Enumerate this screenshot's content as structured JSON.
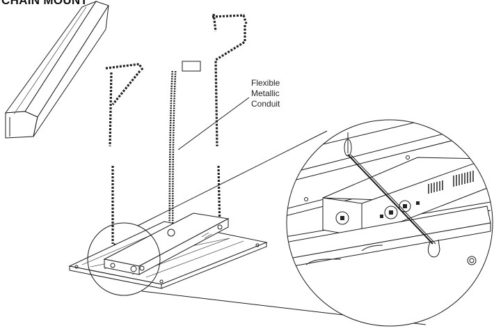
{
  "title": "CHAIN MOUNT",
  "callout": {
    "lines": [
      "Flexible",
      "Metallic",
      "Conduit"
    ]
  }
}
